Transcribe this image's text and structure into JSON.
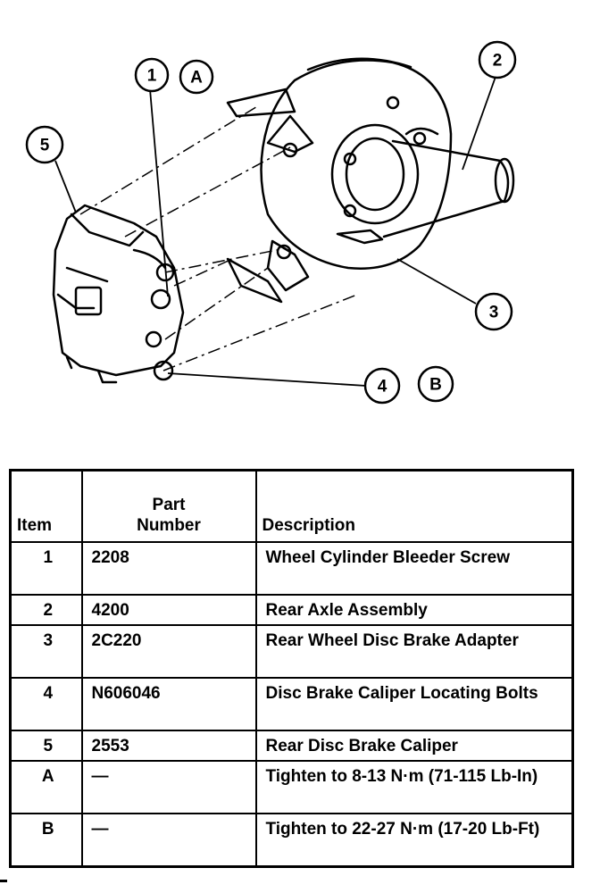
{
  "callouts": {
    "c1": "1",
    "cA": "A",
    "c2": "2",
    "c5": "5",
    "c3": "3",
    "c4": "4",
    "cB": "B"
  },
  "table": {
    "headers": {
      "item": "Item",
      "part_line1": "Part",
      "part_line2": "Number",
      "description": "Description"
    },
    "rows": [
      {
        "item": "1",
        "part": "2208",
        "description": "Wheel Cylinder Bleeder Screw"
      },
      {
        "item": "2",
        "part": "4200",
        "description": "Rear Axle Assembly"
      },
      {
        "item": "3",
        "part": "2C220",
        "description": "Rear Wheel Disc Brake Adapter"
      },
      {
        "item": "4",
        "part": "N606046",
        "description": "Disc Brake Caliper Locating Bolts"
      },
      {
        "item": "5",
        "part": "2553",
        "description": "Rear Disc Brake Caliper"
      },
      {
        "item": "A",
        "part": "—",
        "description": "Tighten to 8-13 N·m (71-115 Lb-In)"
      },
      {
        "item": "B",
        "part": "—",
        "description": "Tighten to 22-27 N·m (17-20 Lb-Ft)"
      }
    ]
  }
}
